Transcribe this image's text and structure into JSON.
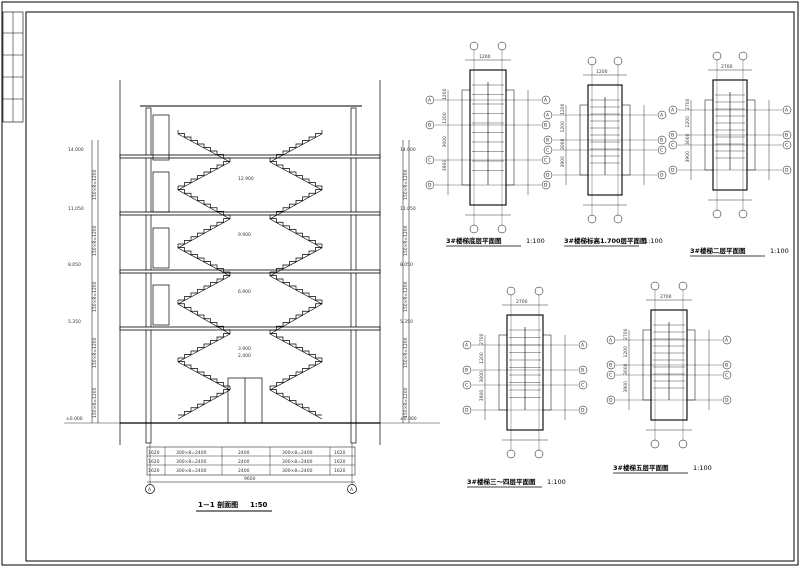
{
  "section": {
    "title": "1－1 剖面图",
    "scale": "1:50",
    "elevations": [
      "14.000",
      "11.050",
      "8.050",
      "5.350",
      "±0.000"
    ],
    "floor_marks": [
      "12.900",
      "9.900",
      "6.900",
      "3.900",
      "2.400"
    ],
    "grid_axis": [
      "A",
      "A"
    ],
    "bottom_dims": [
      [
        "1620",
        "300×8=2400",
        "2400",
        "300×8=2400",
        "1620"
      ],
      [
        "1620",
        "300×8=2400",
        "2400",
        "300×8=2400",
        "1620"
      ],
      [
        "1620",
        "300×8=2400",
        "2400",
        "300×8=2400",
        "1620"
      ]
    ],
    "total_width": "9600",
    "left_dims": [
      "150×8=1200",
      "150×8=1200",
      "150×8=1200",
      "150×8=1200",
      "150×8=1200"
    ],
    "right_dims": [
      "150×8=1200",
      "150×8=1200",
      "150×8=1200",
      "150×8=1200",
      "150×8=1200"
    ]
  },
  "plans": [
    {
      "title": "3#楼梯底层平面图",
      "scale": "1:100",
      "axis_letters": [
        "A",
        "B",
        "C",
        "D"
      ],
      "dims": [
        "1200",
        "1200",
        "3000",
        "3900"
      ]
    },
    {
      "title": "3#楼梯标高1.700层平面图",
      "scale": "1:100",
      "axis_letters": [
        "A",
        "B",
        "C",
        "D"
      ],
      "dims": [
        "1200",
        "1200",
        "3000",
        "3900"
      ]
    },
    {
      "title": "3#楼梯二层平面图",
      "scale": "1:100",
      "axis_letters": [
        "A",
        "B",
        "C",
        "D"
      ],
      "dims": [
        "2700",
        "1200",
        "3000",
        "3900"
      ]
    },
    {
      "title": "3#楼梯三～四层平面图",
      "scale": "1:100",
      "axis_letters": [
        "A",
        "B",
        "C",
        "D"
      ],
      "dims": [
        "2700",
        "1200",
        "3000",
        "3900"
      ]
    },
    {
      "title": "3#楼梯五层平面图",
      "scale": "1:100",
      "axis_letters": [
        "A",
        "B",
        "C",
        "D"
      ],
      "dims": [
        "2700",
        "1200",
        "3000",
        "3900"
      ]
    }
  ],
  "colors": {
    "line": "#000000",
    "hatch": "#333333",
    "paper": "#ffffff"
  }
}
